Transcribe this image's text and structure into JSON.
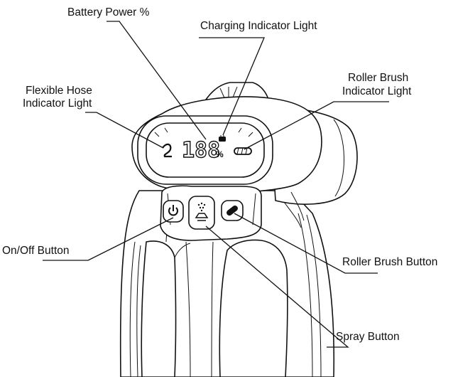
{
  "callouts": {
    "battery_power": "Battery Power %",
    "charging_indicator": "Charging Indicator Light",
    "roller_brush_indicator_line1": "Roller Brush",
    "roller_brush_indicator_line2": "Indicator Light",
    "flexible_hose_line1": "Flexible Hose",
    "flexible_hose_line2": "Indicator Light",
    "on_off_button": "On/Off Button",
    "roller_brush_button": "Roller Brush Button",
    "spray_button": "Spray Button"
  },
  "display": {
    "battery_digits": "188",
    "percent_sign": "%"
  },
  "icons": [
    "hose-icon",
    "charging-icon",
    "roller-brush-icon",
    "power-icon",
    "spray-icon",
    "brush-button-icon"
  ]
}
